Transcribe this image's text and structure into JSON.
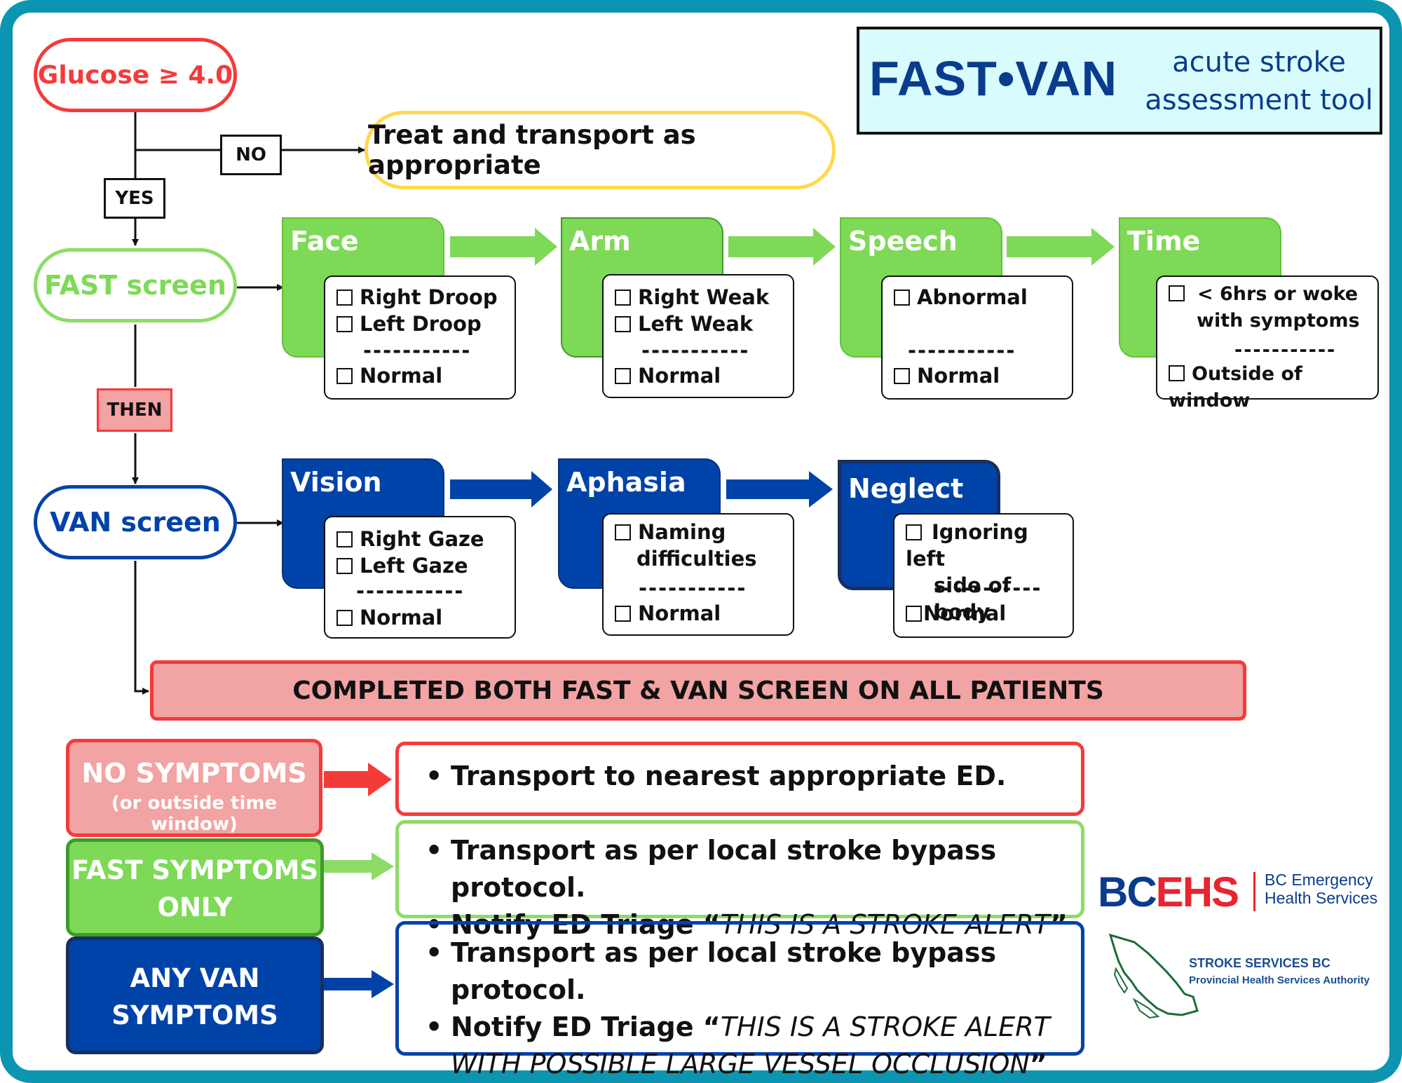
{
  "header": {
    "logo_text": "FAST•VAN",
    "subtitle_line1": "acute stroke",
    "subtitle_line2": "assessment tool"
  },
  "colors": {
    "frame": "#0b95b0",
    "red": "#f53a3a",
    "pink": "#f2a3a3",
    "green": "#7ed957",
    "green_light": "#8cdc66",
    "blue": "#0043a8",
    "navy": "#1a2e5e",
    "yellow": "#ffd84d",
    "title_blue": "#0a3c8c",
    "header_bg": "#d8fbfd"
  },
  "flow": {
    "glucose_label": "Glucose ",
    "glucose_sign": "≥",
    "glucose_value": " 4.0",
    "no_label": "NO",
    "yes_label": "YES",
    "treat_label": "Treat and transport as appropriate",
    "fast_screen": "FAST screen",
    "then_label": "THEN",
    "van_screen": "VAN screen",
    "completed": "COMPLETED BOTH FAST & VAN SCREEN ON ALL PATIENTS"
  },
  "fast": {
    "face": {
      "title": "Face",
      "opt1": "Right Droop",
      "opt2": "Left Droop",
      "divider": "-----------",
      "normal": "Normal"
    },
    "arm": {
      "title": "Arm",
      "opt1": "Right Weak",
      "opt2": "Left Weak",
      "divider": "-----------",
      "normal": "Normal"
    },
    "speech": {
      "title": "Speech",
      "opt1": "Abnormal",
      "divider": "-----------",
      "normal": "Normal"
    },
    "time": {
      "title": "Time",
      "opt1_line1": "< 6hrs or woke",
      "opt1_line2": "with symptoms",
      "divider": "-----------",
      "normal": "Outside of window"
    }
  },
  "van": {
    "vision": {
      "title": "Vision",
      "opt1": "Right Gaze",
      "opt2": "Left Gaze",
      "divider": "-----------",
      "normal": "Normal"
    },
    "aphasia": {
      "title": "Aphasia",
      "opt1_line1": "Naming",
      "opt1_line2": "difficulties",
      "divider": "-----------",
      "normal": "Normal"
    },
    "neglect": {
      "title": "Neglect",
      "opt1_line1": "Ignoring left",
      "opt1_line2": "side of body",
      "divider": "-----------",
      "normal": "Normal"
    }
  },
  "outcomes": {
    "no_symptoms": {
      "label": "NO SYMPTOMS",
      "sub": "(or outside time window)",
      "action": "Transport to nearest appropriate ED."
    },
    "fast_symptoms": {
      "label_line1": "FAST SYMPTOMS",
      "label_line2": "ONLY",
      "action1": "Transport as per local stroke bypass protocol.",
      "action2_plain": "Notify ED Triage “",
      "action2_italic": "THIS IS A STROKE ALERT",
      "action2_close": "”"
    },
    "van_symptoms": {
      "label_line1": "ANY VAN",
      "label_line2": "SYMPTOMS",
      "action1": "Transport as per local stroke bypass protocol.",
      "action2_plain": "Notify ED Triage “",
      "action2_italic": "THIS IS A STROKE ALERT WITH POSSIBLE LARGE VESSEL OCCLUSION",
      "action2_close": "”"
    }
  },
  "logos": {
    "bcehs_mark": "BCEHS",
    "bcehs_name_line1": "BC Emergency",
    "bcehs_name_line2": "Health Services",
    "stroke_name": "STROKE SERVICES BC",
    "stroke_sub": "Provincial Health Services Authority"
  }
}
